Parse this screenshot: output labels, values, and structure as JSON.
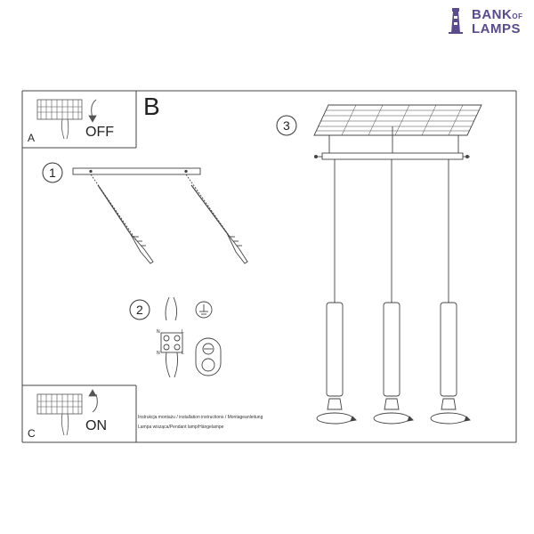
{
  "logo": {
    "line1": "BANK",
    "line1_small": "OF",
    "line2": "LAMPS"
  },
  "panels": {
    "a": {
      "letter": "A",
      "action": "OFF"
    },
    "b": {
      "letter": "B"
    },
    "c": {
      "letter": "C",
      "action": "ON"
    }
  },
  "steps": {
    "one": "1",
    "two": "2",
    "three": "3"
  },
  "wiring": {
    "n": "N",
    "l": "L"
  },
  "caption": {
    "line1": "Instrukcja montażu / installation instructions / Montageanleitung",
    "line2": "Lampa wisząca/Pendant lamp/Hängelampe"
  }
}
